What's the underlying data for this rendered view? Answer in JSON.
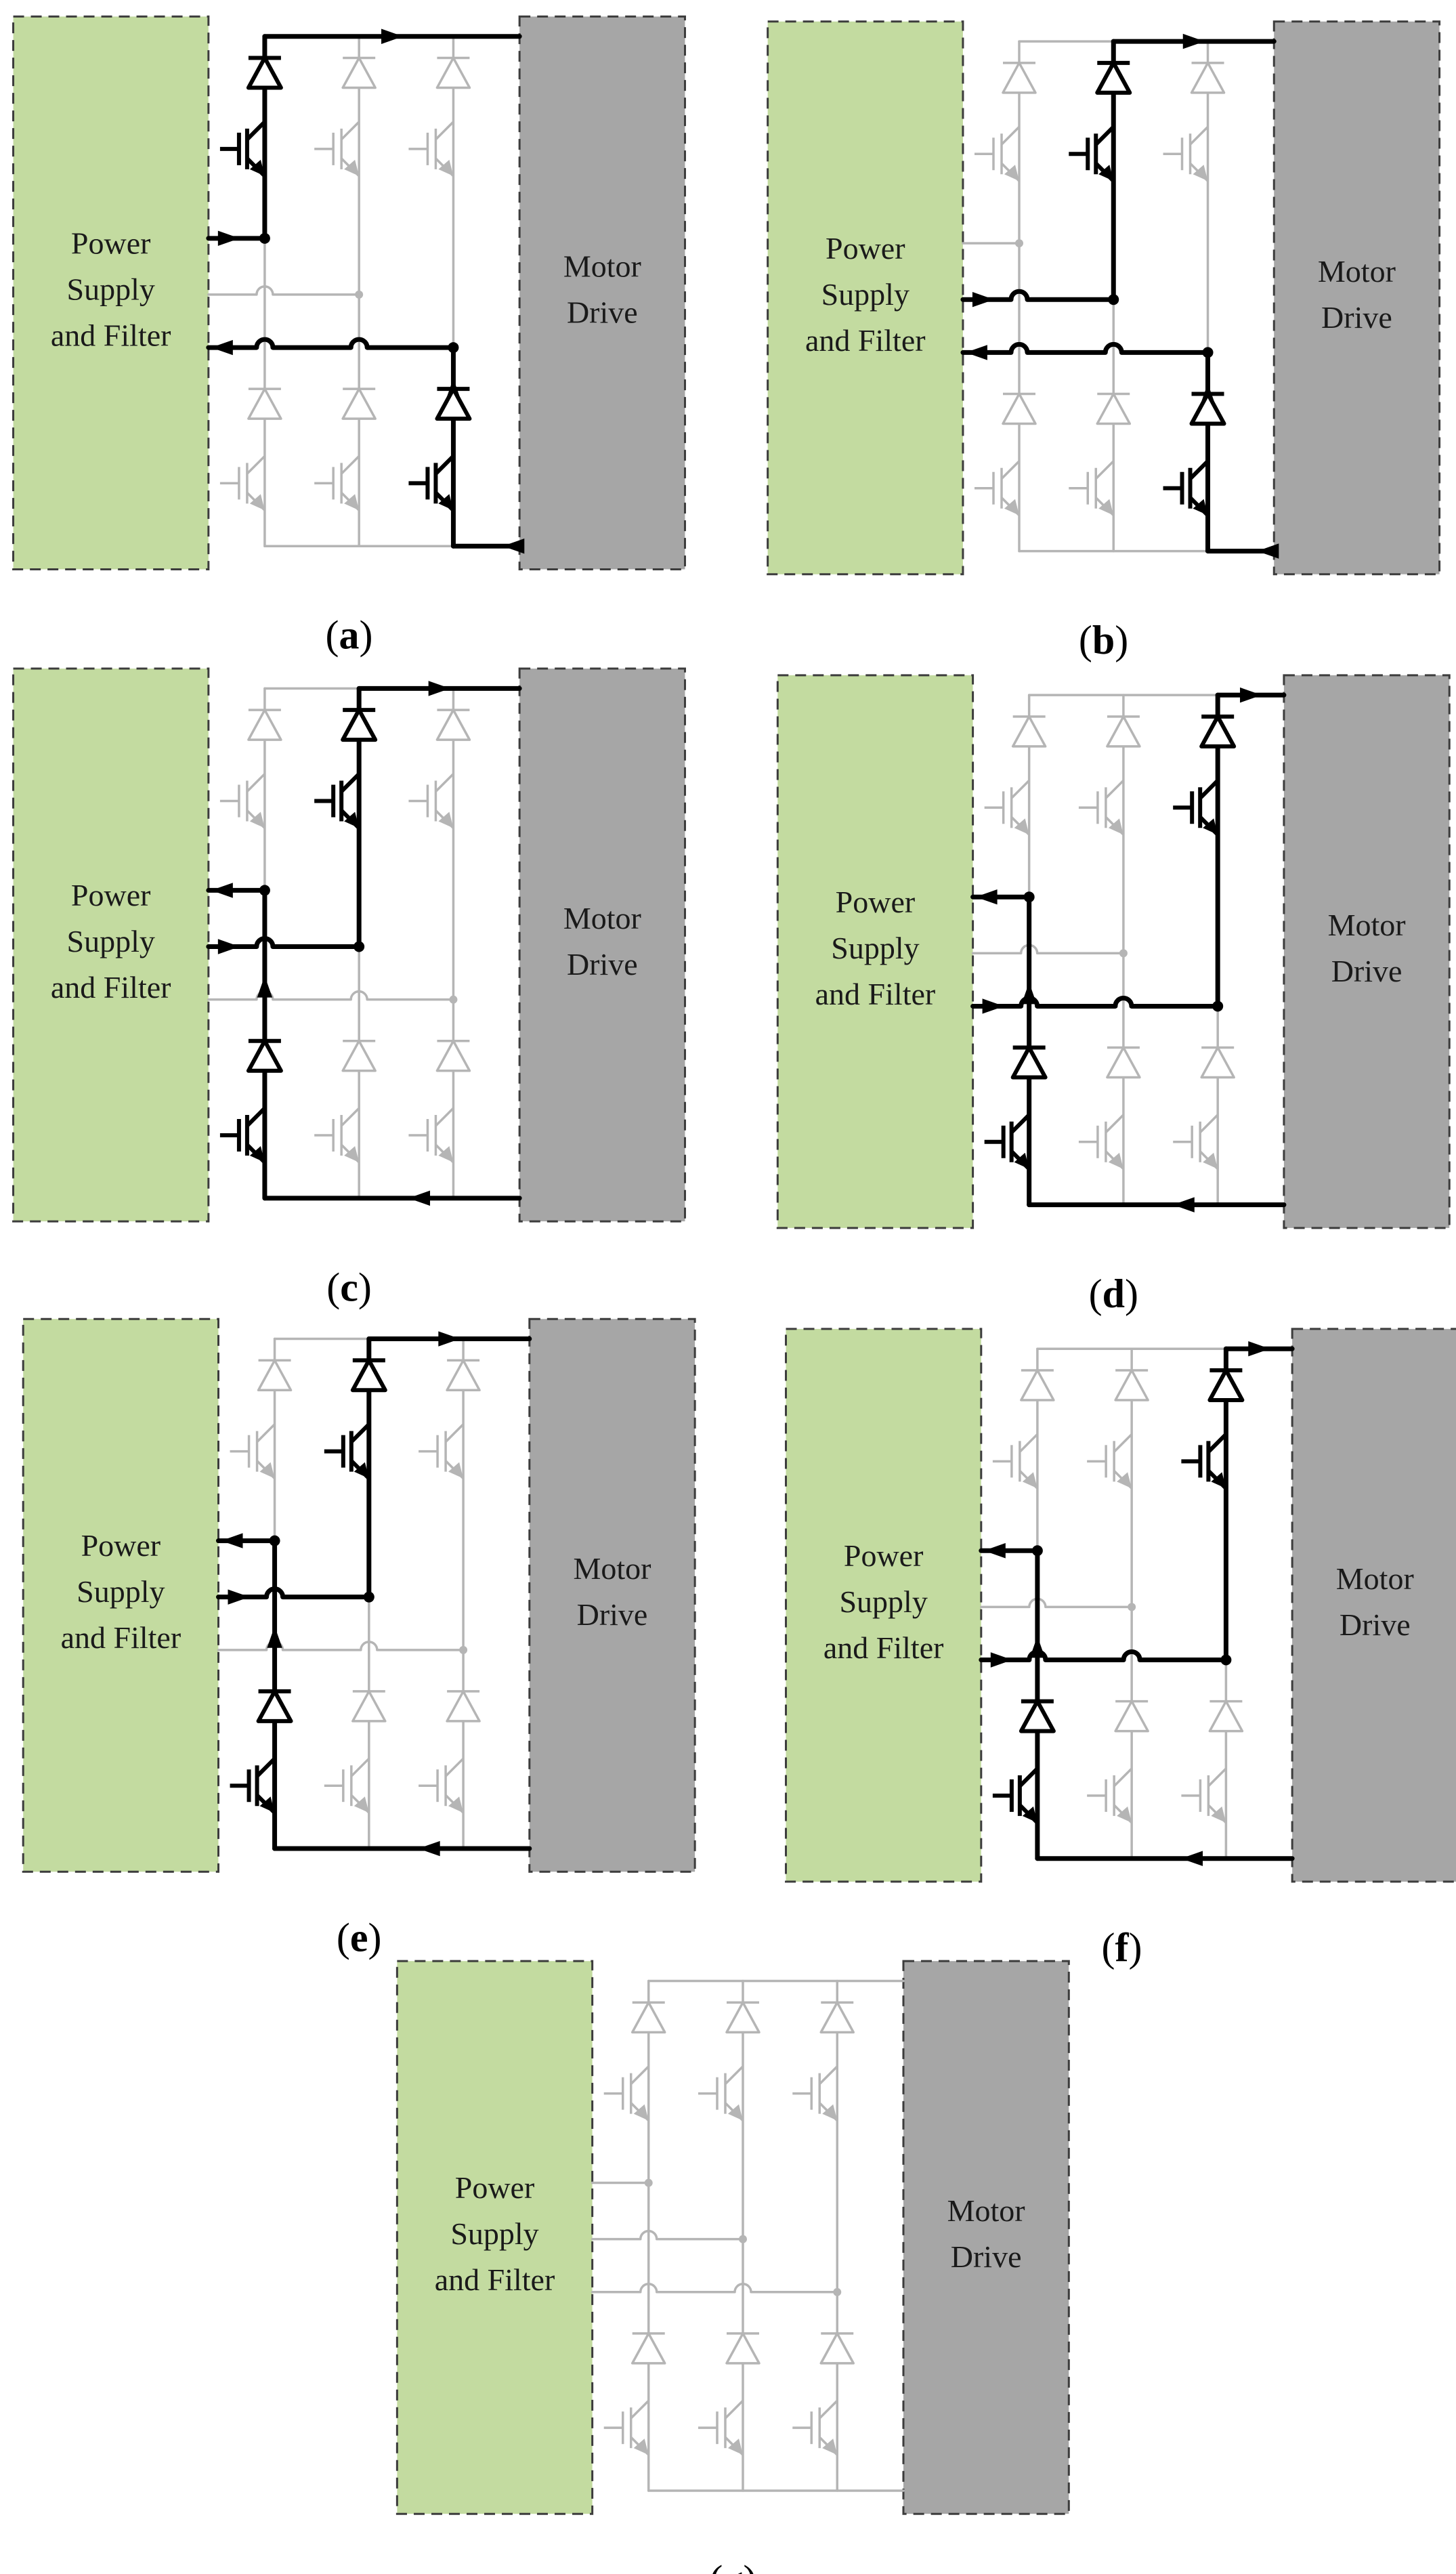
{
  "labels": {
    "power_supply": [
      "Power",
      "Supply",
      "and Filter"
    ],
    "motor_drive": [
      "Motor",
      "Drive"
    ]
  },
  "colors": {
    "power_supply_fill": "#c3dba0",
    "motor_drive_fill": "#a6a6a6",
    "inactive_path": "#b5b5b5",
    "active_path": "#000000"
  },
  "panels": [
    {
      "id": "a",
      "caption": "a",
      "conducting": [
        {
          "leg": 0,
          "switch": "upper"
        },
        {
          "leg": 2,
          "switch": "lower"
        }
      ],
      "current_arrows": [
        "out-top",
        "in-bottom",
        "into-inverter-phase-1",
        "back-to-supply-phase-3"
      ]
    },
    {
      "id": "b",
      "caption": "b",
      "conducting": [
        {
          "leg": 1,
          "switch": "upper"
        },
        {
          "leg": 2,
          "switch": "lower"
        }
      ],
      "current_arrows": [
        "out-top",
        "in-bottom",
        "into-inverter-phase-2",
        "back-to-supply-phase-3"
      ]
    },
    {
      "id": "c",
      "caption": "c",
      "conducting": [
        {
          "leg": 1,
          "switch": "upper"
        },
        {
          "leg": 0,
          "switch": "lower"
        }
      ],
      "current_arrows": [
        "out-top",
        "in-bottom",
        "into-inverter-phase-2",
        "back-to-supply-phase-1"
      ]
    },
    {
      "id": "d",
      "caption": "d",
      "conducting": [
        {
          "leg": 2,
          "switch": "upper"
        },
        {
          "leg": 0,
          "switch": "lower"
        }
      ],
      "current_arrows": [
        "out-top",
        "in-bottom",
        "into-inverter-phase-3",
        "back-to-supply-phase-1"
      ]
    },
    {
      "id": "e",
      "caption": "e",
      "conducting": [
        {
          "leg": 1,
          "switch": "upper"
        },
        {
          "leg": 0,
          "switch": "lower"
        }
      ],
      "current_arrows": [
        "out-top",
        "in-bottom",
        "into-inverter-phase-2",
        "back-to-supply-phase-1"
      ]
    },
    {
      "id": "f",
      "caption": "f",
      "conducting": [
        {
          "leg": 2,
          "switch": "upper"
        },
        {
          "leg": 0,
          "switch": "lower"
        }
      ],
      "current_arrows": [
        "out-top",
        "in-bottom",
        "into-inverter-phase-3",
        "back-to-supply-phase-1"
      ]
    },
    {
      "id": "g",
      "caption": "g",
      "conducting": [],
      "current_arrows": []
    }
  ]
}
